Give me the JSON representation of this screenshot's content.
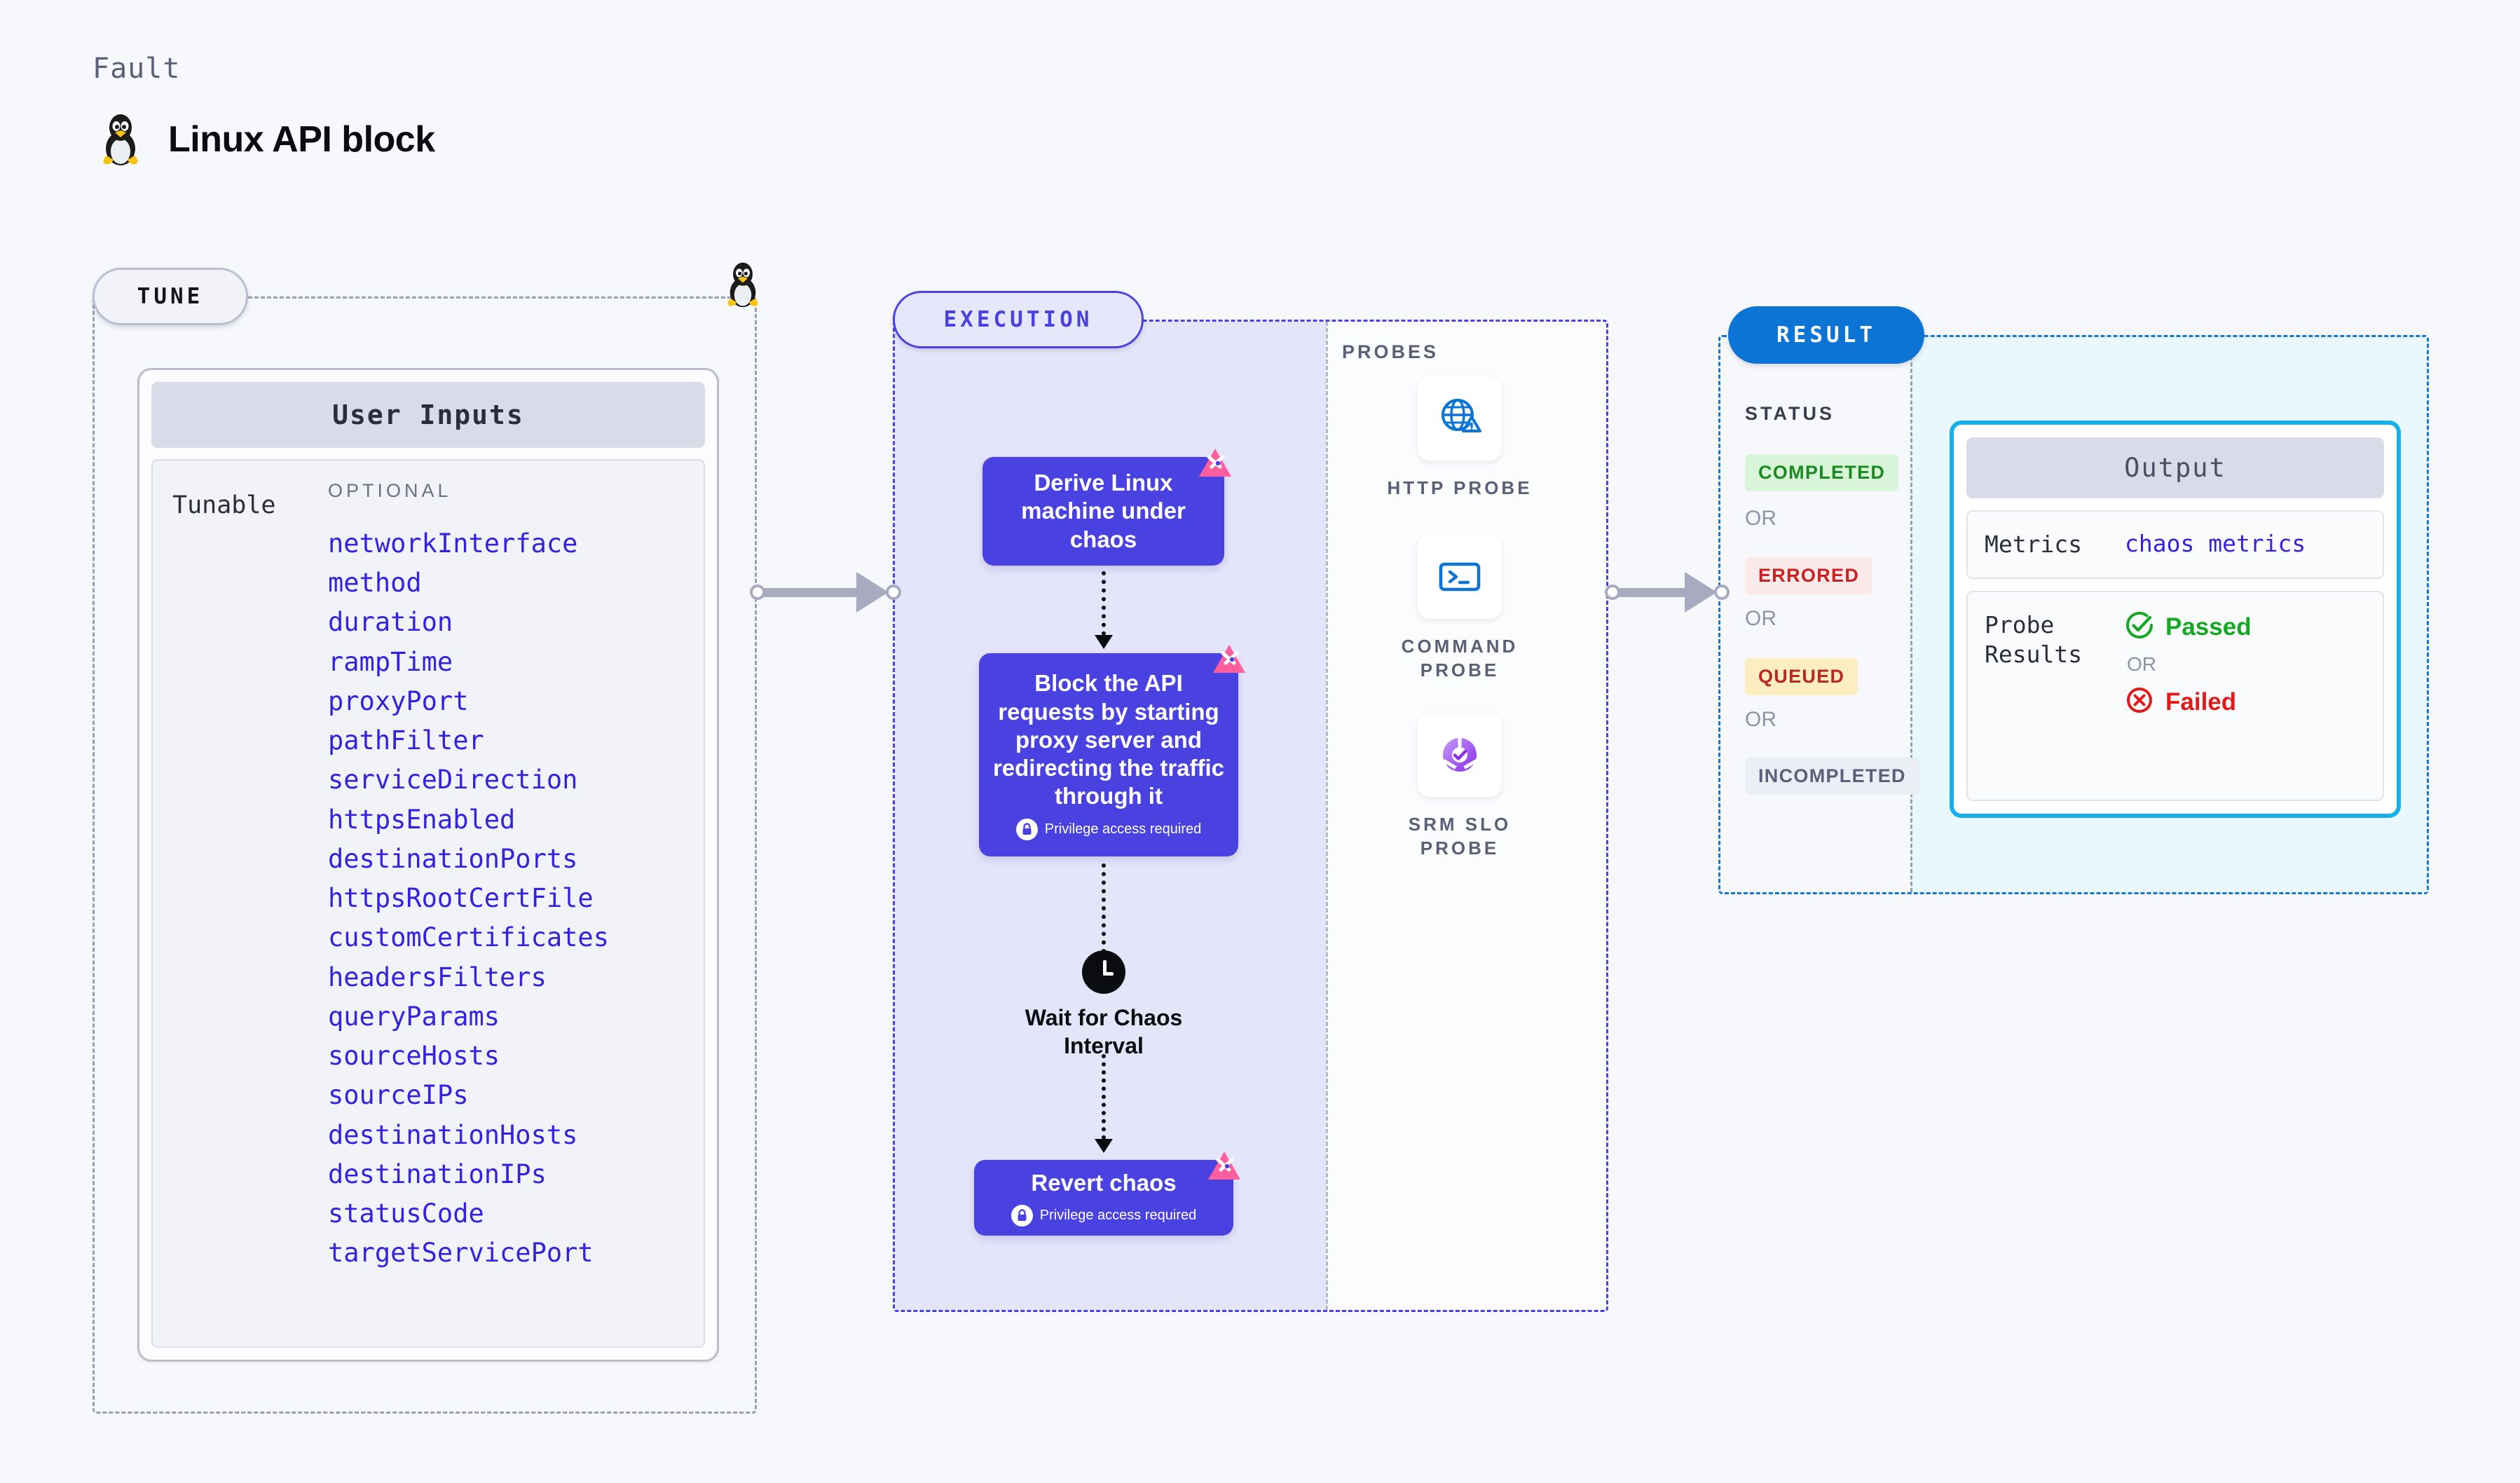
{
  "header": {
    "eyebrow": "Fault",
    "title": "Linux API block",
    "icon": "linux-tux-penguin-icon"
  },
  "sections": {
    "tune": {
      "chip_label": "TUNE",
      "icon": "linux-tux-penguin-icon"
    },
    "execution": {
      "chip_label": "EXECUTION"
    },
    "result": {
      "chip_label": "RESULT"
    }
  },
  "tune": {
    "card_title": "User Inputs",
    "row_label": "Tunable",
    "group_tag": "OPTIONAL",
    "parameters": [
      "networkInterface",
      "method",
      "duration",
      "rampTime",
      "proxyPort",
      "pathFilter",
      "serviceDirection",
      "httpsEnabled",
      "destinationPorts",
      "httpsRootCertFile",
      "customCertificates",
      "headersFilters",
      "queryParams",
      "sourceHosts",
      "sourceIPs",
      "destinationHosts",
      "destinationIPs",
      "statusCode",
      "targetServicePort"
    ]
  },
  "execution": {
    "nodes": [
      {
        "title": "Derive Linux machine under chaos",
        "privilege": null,
        "badge": "litmus-logo-icon"
      },
      {
        "title": "Block the API requests by starting proxy server and redirecting the traffic through it",
        "privilege": "Privilege access required",
        "badge": "litmus-logo-icon"
      },
      {
        "title": "Wait for Chaos Interval",
        "privilege": null,
        "badge": "clock-icon"
      },
      {
        "title": "Revert chaos",
        "privilege": "Privilege access required",
        "badge": "litmus-logo-icon"
      }
    ],
    "node_titles": {
      "derive": "Derive Linux machine under chaos",
      "block": "Block the API requests by starting proxy server and redirecting the traffic through it",
      "wait": "Wait for Chaos Interval",
      "revert": "Revert chaos"
    },
    "privilege_text": "Privilege access required"
  },
  "probes": {
    "title": "PROBES",
    "items": [
      {
        "label": "HTTP PROBE",
        "icon": "globe-warning-icon"
      },
      {
        "label": "COMMAND PROBE",
        "icon": "terminal-prompt-icon"
      },
      {
        "label": "SRM SLO PROBE",
        "icon": "slo-donut-check-icon"
      }
    ]
  },
  "result": {
    "status_title": "STATUS",
    "or_label": "OR",
    "statuses": [
      {
        "label": "COMPLETED",
        "bg": "#d9f5d9",
        "fg": "#1b8a20"
      },
      {
        "label": "ERRORED",
        "bg": "#fce9e9",
        "fg": "#cc1f1f"
      },
      {
        "label": "QUEUED",
        "bg": "#fdeec2",
        "fg": "#b72727"
      },
      {
        "label": "INCOMPLETED",
        "bg": "#eceef5",
        "fg": "#5b5f77"
      }
    ],
    "output": {
      "title": "Output",
      "metrics_key": "Metrics",
      "metrics_value": "chaos metrics",
      "probe_results_key": "Probe Results",
      "passed_label": "Passed",
      "failed_label": "Failed",
      "or_label": "OR"
    }
  },
  "colors": {
    "accent_indigo": "#4a42e0",
    "accent_blue": "#0c74d4",
    "accent_cyan": "#18b0e8",
    "param_text": "#3422e0",
    "pass_green": "#15a825",
    "fail_red": "#e01b1b",
    "litmus_pink": "#ff5f9e"
  }
}
